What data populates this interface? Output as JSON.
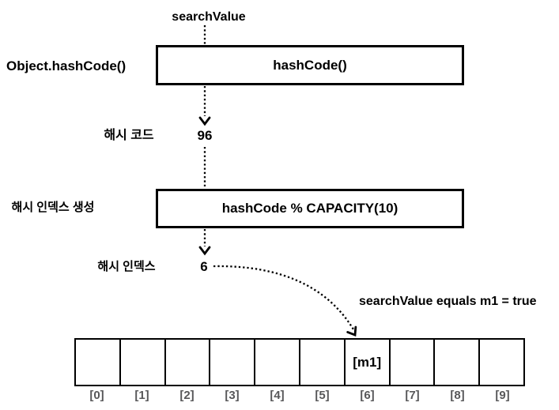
{
  "flow": {
    "input_label": "searchValue",
    "step1": {
      "side_label": "Object.hashCode()",
      "box_label": "hashCode()"
    },
    "hash_code": {
      "side_label": "해시 코드",
      "value": "96"
    },
    "step2": {
      "side_label": "해시 인덱스 생성",
      "box_label": "hashCode % CAPACITY(10)"
    },
    "hash_index": {
      "side_label": "해시 인덱스",
      "value": "6"
    },
    "annotation": "searchValue equals m1 = true"
  },
  "array": {
    "capacity": 10,
    "highlighted_index": 6,
    "cells": [
      {
        "index_label": "[0]",
        "value": ""
      },
      {
        "index_label": "[1]",
        "value": ""
      },
      {
        "index_label": "[2]",
        "value": ""
      },
      {
        "index_label": "[3]",
        "value": ""
      },
      {
        "index_label": "[4]",
        "value": ""
      },
      {
        "index_label": "[5]",
        "value": ""
      },
      {
        "index_label": "[6]",
        "value": "[m1]"
      },
      {
        "index_label": "[7]",
        "value": ""
      },
      {
        "index_label": "[8]",
        "value": ""
      },
      {
        "index_label": "[9]",
        "value": ""
      }
    ]
  },
  "colors": {
    "line": "#000000",
    "box_border": "#000000",
    "index_label": "#58585a",
    "background": "#ffffff"
  }
}
